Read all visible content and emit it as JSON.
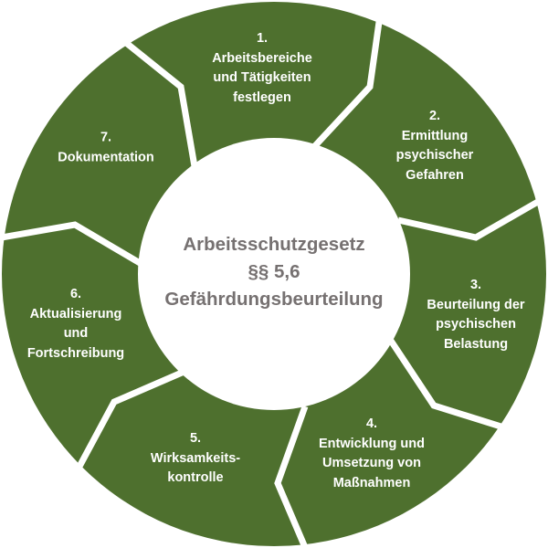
{
  "colors": {
    "segment_fill": "#4E702E",
    "separator": "#FFFFFF",
    "center_fill": "#FFFFFF",
    "center_text": "#767171",
    "segment_text": "#FFFFFF"
  },
  "center": {
    "lines": [
      "Arbeitsschutzgesetz",
      "§§ 5,6",
      "Gefährdungsbeurteilung"
    ]
  },
  "segments": [
    {
      "number": "1.",
      "lines": [
        "Arbeitsbereiche",
        "und Tätigkeiten",
        "festlegen"
      ]
    },
    {
      "number": "2.",
      "lines": [
        "Ermittlung",
        "psychischer",
        "Gefahren"
      ]
    },
    {
      "number": "3.",
      "lines": [
        "Beurteilung der",
        "psychischen",
        "Belastung"
      ]
    },
    {
      "number": "4.",
      "lines": [
        "Entwicklung und",
        "Umsetzung von",
        "Maßnahmen"
      ]
    },
    {
      "number": "5.",
      "lines": [
        "Wirksamkeits-",
        "kontrolle"
      ]
    },
    {
      "number": "6.",
      "lines": [
        "Aktualisierung",
        "und",
        "Fortschreibung"
      ]
    },
    {
      "number": "7.",
      "lines": [
        "Dokumentation"
      ]
    }
  ]
}
